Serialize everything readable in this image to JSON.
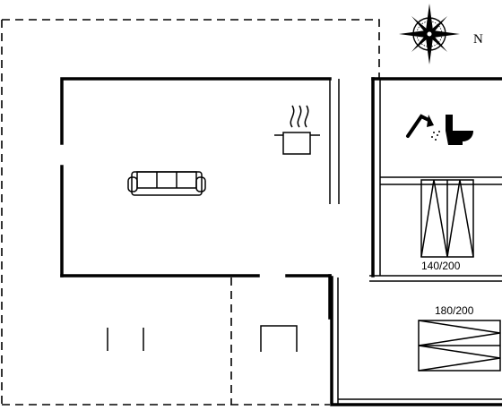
{
  "compass": {
    "north_label": "N",
    "icon": "compass-rose-icon"
  },
  "rooms": {
    "bedroom_1": {
      "bed_label": "140/200",
      "icon": "double-bed-icon"
    },
    "bedroom_2": {
      "bed_label": "180/200",
      "icon": "double-bed-icon"
    },
    "living_room": {
      "icons": [
        "sofa-icon",
        "cooking-pot-icon"
      ]
    },
    "bathroom": {
      "icons": [
        "shower-icon",
        "toilet-icon"
      ]
    },
    "terrace": {
      "icons": [
        "chair-icon",
        "table-icon"
      ]
    }
  }
}
